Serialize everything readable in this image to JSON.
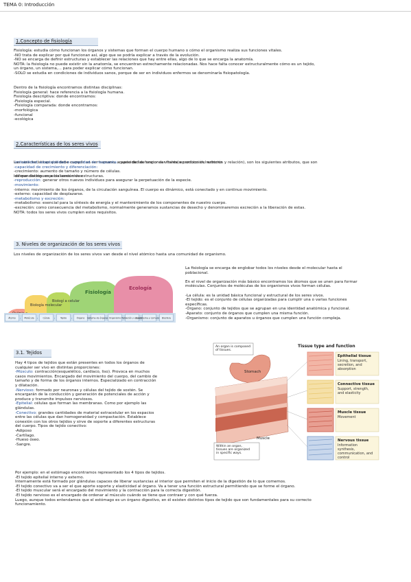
{
  "header": {
    "title": "TEMA 0: Introducción"
  },
  "s1": {
    "heading": "1.Concepto de fisiología",
    "lines": [
      "     Fisiología: estudia cómo funcionan los órganos y sistemas que forman el cuerpo humano o cómo el organismo realiza sus funciones vitales.",
      "-NO trata de explicar por qué funcionan así, algo que se podría explicar a través de la evolución.",
      "-NO se encarga de definir estructuras y establecer las relaciones que hay entre ellas, algo de lo que se encarga la anatomía.",
      "     NOTA: la fisiología no puede existir sin la anatomía, se encuentran estrechamente relacionadas. Nos hace falta conocer estructuralmente cómo es un tejido,",
      "un órgano, un sistema,... para poder explicar cómo funcionan.",
      "-SOLO se estudia en condiciones de individuos sanos, porque de ser en individuos enfermos se denominaría fisiopatología."
    ],
    "lines2": [
      "     Dentro de la fisiología encontramos distintas disciplinas:",
      "     Fisiología general: hace referencia a la fisiología humana.",
      "     Fisiología descriptiva: donde encontramos:",
      "     -Fisiología especial.",
      "     -Fisiología comparada: donde encontramos:",
      "               -morfológica",
      "               -funcional",
      "               -ecológica"
    ]
  },
  "s2": {
    "heading": "2.Características de los seres vivos",
    "intro1": "Las características que debe cumplir un ser humano, a parte de las funciones vitales(reproducción, nutrición y relación), son los siguientes atributos, que son",
    "intro2": "los que distinguen a los seres vivos:",
    "items": [
      {
        "key": "-irritabilidad, adaptabilidad o capacidad de respuesta:",
        "rest": " capacidad de responder frente a cambios del entorno."
      },
      {
        "key": "-capacidad de crecimiento y diferenciación:",
        "rest": ""
      },
      {
        "key": "",
        "rest": "          -crecimiento: aumento de tamaño y número de células."
      },
      {
        "key": "",
        "rest": "          -diferenciación: especialización de estructuras."
      },
      {
        "key": "-reproducción:",
        "rest": " generar otros nuevos individuos para asegurar la perpetuación de la especie."
      },
      {
        "key": "-movimiento:",
        "rest": ""
      },
      {
        "key": "",
        "rest": "          -interno: movimiento de los órganos, de la circulación sanguínea. El cuerpo es dinámico, está conectado y en continuo movimiento."
      },
      {
        "key": "",
        "rest": "          -externo: capacidad de desplazarse."
      },
      {
        "key": "-metabolismo y excreción:",
        "rest": ""
      },
      {
        "key": "",
        "rest": "          -metabolismo: esencial para la síntesis de energía y el mantenimiento de los componentes de nuestro cuerpo."
      },
      {
        "key": "",
        "rest": "          -excreción: como consecuencia del metabolismo, normalmente generamos sustancias de desecho y denominaremos excreción a la liberación de estas."
      },
      {
        "key": "",
        "rest": "          NOTA: todos los seres vivos cumplen estos requisitos."
      }
    ]
  },
  "s3": {
    "heading": "3. Niveles de organización de los seres vivos",
    "intro": "Los niveles de organización de los seres vivos van desde el nivel atómico hasta una comunidad de organismo.",
    "right": [
      "La fisiología se encarga de englobar todos los niveles desde el molecular hasta el",
      "poblacional.",
      "",
      "En el nivel de organización más básico encontramos los átomos que se unen para formar",
      "moléculas. Conjuntos de moléculas de los organismos vivos forman células.",
      "",
      "-La célula: es la unidad básica funcional y estructural de los seres vivos.",
      "-El tejido: es el conjunto de células organizadas para cumplir una o varias funciones",
      "específicas.",
      "-Órgano: conjunto de tejidos que se agrupan en una identidad anatómica y funcional.",
      "-Aparato: conjunto de órganos que cumplen una misma función.",
      "-Organismo: conjunto de aparatos u órganos que cumplen una función compleja."
    ],
    "diagram": {
      "labels": [
        "Químic a",
        "Biología molecular",
        "Biologí a celular",
        "Fisiología",
        "Ecología"
      ],
      "steps": [
        "Átomo",
        "Molécula",
        "Célula",
        "Tejido",
        "Órgano",
        "Sistema de órganos",
        "Organismo",
        "Población y especie",
        "Ecosistema y comunidad",
        "Biosfera"
      ]
    }
  },
  "s31": {
    "heading": "3.1. Tejidos",
    "lines": [
      {
        "k": "",
        "t": "Hay 4 tipos de tejidos que están presentes en todos los órganos de"
      },
      {
        "k": "",
        "t": "cualquier ser vivo en distintas proporciones:"
      },
      {
        "k": "-Músculo:",
        "t": " contracción(esquelético, cardiaco, liso). Provoca en muchos"
      },
      {
        "k": "",
        "t": "casos movimientos. Encargado del movimiento del cuerpo, del cambio de"
      },
      {
        "k": "",
        "t": "tamaño y de forma de los órganos internos. Especializado en contracción"
      },
      {
        "k": "",
        "t": "y dilatación."
      },
      {
        "k": "-Nervioso:",
        "t": " formado por neuronas y células del tejido de sostén. Se"
      },
      {
        "k": "",
        "t": "encargarán de la conducción y generación de potenciales de acción y"
      },
      {
        "k": "",
        "t": "produce y transmite impulsos nerviosos."
      },
      {
        "k": "-Epitelial:",
        "t": " células que forman las membranas. Como por ejemplo las"
      },
      {
        "k": "",
        "t": "glándulas."
      },
      {
        "k": "-Conectivo:",
        "t": " grandes cantidades de material extracelular en los espacios"
      },
      {
        "k": "",
        "t": "entre las células que dan homogeneidad y compactación. Establece"
      },
      {
        "k": "",
        "t": "conexión con los otros tejidos y sirve de soporte a diferentes estructuras"
      },
      {
        "k": "",
        "t": "del cuerpo. Tipos de tejido conectivo:"
      },
      {
        "k": "",
        "t": "          -Adiposo"
      },
      {
        "k": "",
        "t": "          -Cartílago."
      },
      {
        "k": "",
        "t": "          -Hueso óseo."
      },
      {
        "k": "",
        "t": "          -Sangre."
      }
    ],
    "bottom": [
      "Por ejemplo: en el estómago encontramos representado los 4 tipos de tejidos.",
      "-El tejido epitelial interno y externo.",
      "          Internamente está formado por glándulas capaces de liberar sustancias al interior que permiten el inicio de la digestión de lo que comemos.",
      "-El tejido conectivo va a ser el que aporte soporte y elasticidad al órgano. Va a tener una función estructural permitiendo que se forme el órgano.",
      "-El tejido muscular será el encargado del movimiento y la contracción para la correcta digestión.",
      "-El tejido nervioso es el encargado de ordenar al músculo cuándo se tiene que contraer y con qué fuerza.",
      "Luego, aunque todos entendamos que el estómago es un órgano digestivo, en él existen distintos tipos de tejido que son fundamentales para su correcto",
      "funcionamiento."
    ],
    "figure": {
      "callout_top": "An organ is composed of tissues.",
      "stomach": "Stomach",
      "muscle": "Muscle",
      "callout_bottom": "Within an organ, tissues are organized in specific ways.",
      "header": "Tissue type and function",
      "tissues": [
        {
          "name": "Epithelial tissue",
          "desc": "Lining, transport, secretion, and absorption"
        },
        {
          "name": "Connective tissue",
          "desc": "Support, strength, and elasticity"
        },
        {
          "name": "Muscle tissue",
          "desc": "Movement"
        },
        {
          "name": "Nervous tissue",
          "desc": "Information synthesis, communication, and control"
        }
      ]
    }
  }
}
